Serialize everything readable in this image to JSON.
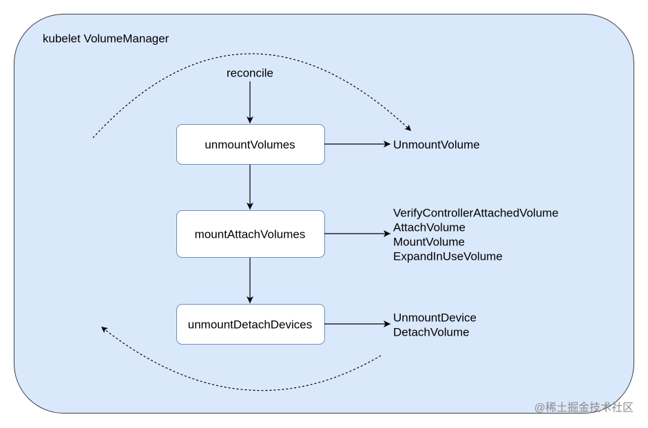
{
  "container": {
    "title": "kubelet VolumeManager"
  },
  "loop_label": "reconcile",
  "steps": [
    {
      "label": "unmountVolumes",
      "operations": [
        "UnmountVolume"
      ]
    },
    {
      "label": "mountAttachVolumes",
      "operations": [
        "VerifyControllerAttachedVolume",
        "AttachVolume",
        "MountVolume",
        "ExpandInUseVolume"
      ]
    },
    {
      "label": "unmountDetachDevices",
      "operations": [
        "UnmountDevice",
        "DetachVolume"
      ]
    }
  ],
  "watermark": "@稀土掘金技术社区",
  "colors": {
    "container_fill": "#dae8fc",
    "container_stroke": "#3c3c3c",
    "box_fill": "#ffffff",
    "box_stroke": "#6c8ebf",
    "line": "#000000"
  }
}
